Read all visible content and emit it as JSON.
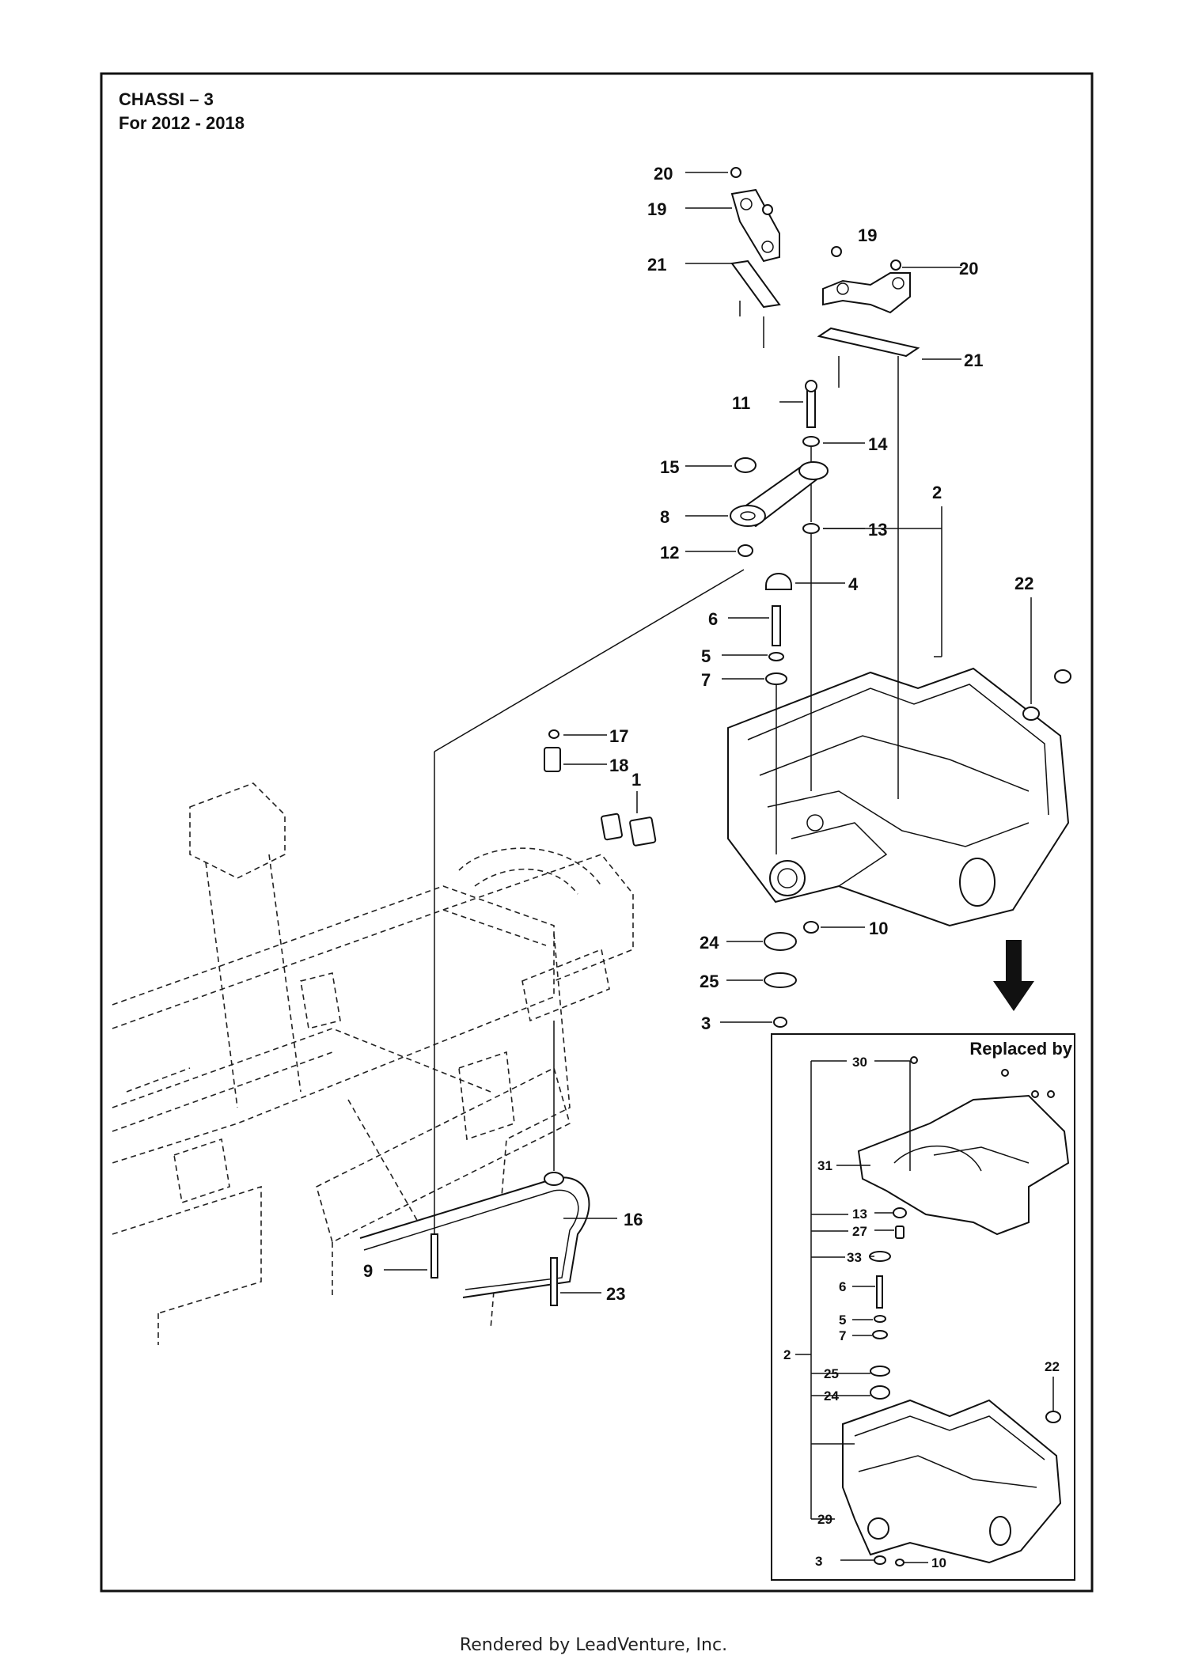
{
  "diagram": {
    "title_line1": "CHASSI – 3",
    "title_line2": "For 2012 - 2018",
    "inset_title": "Replaced by",
    "footer": "Rendered by LeadVenture, Inc.",
    "main_callouts": [
      "20",
      "19",
      "21",
      "19",
      "20",
      "21",
      "11",
      "14",
      "15",
      "2",
      "8",
      "13",
      "12",
      "4",
      "22",
      "6",
      "5",
      "7",
      "17",
      "18",
      "1",
      "10",
      "24",
      "25",
      "3",
      "16",
      "9",
      "23"
    ],
    "inset_callouts": [
      "30",
      "31",
      "13",
      "27",
      "33",
      "6",
      "5",
      "7",
      "2",
      "25",
      "24",
      "22",
      "29",
      "3",
      "10"
    ]
  }
}
